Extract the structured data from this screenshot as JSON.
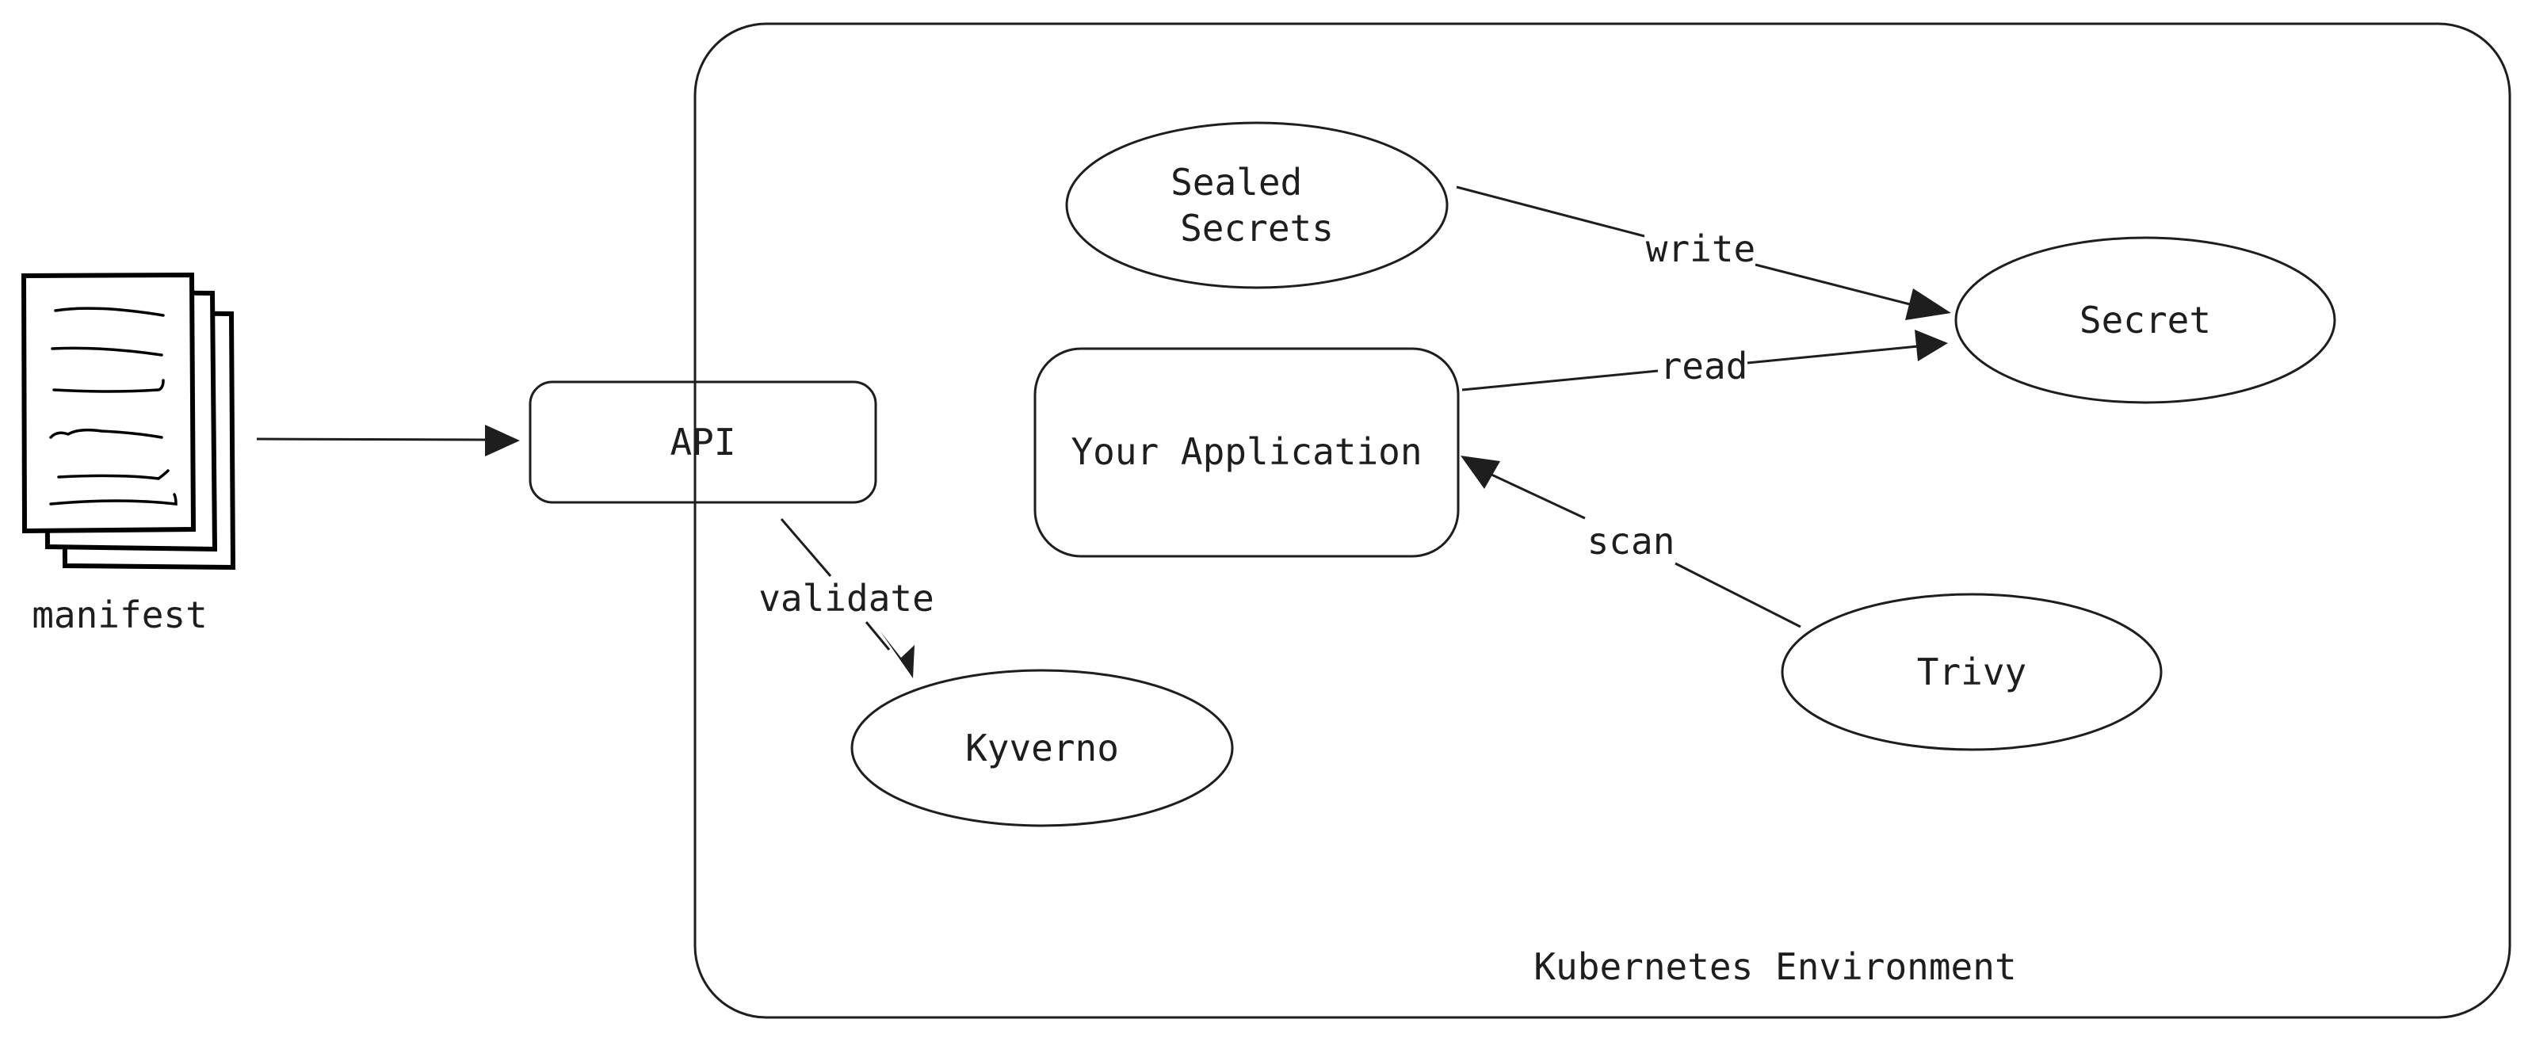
{
  "diagram": {
    "environment_label": "Kubernetes Environment",
    "nodes": {
      "manifest": "manifest",
      "api": "API",
      "sealed_secrets": [
        "Sealed",
        "Secrets"
      ],
      "secret": "Secret",
      "your_application": "Your Application",
      "kyverno": "Kyverno",
      "trivy": "Trivy"
    },
    "edges": {
      "validate": "validate",
      "write": "write",
      "read": "read",
      "scan": "scan"
    },
    "colors": {
      "stroke": "#1e1e1e",
      "background": "#ffffff"
    }
  }
}
